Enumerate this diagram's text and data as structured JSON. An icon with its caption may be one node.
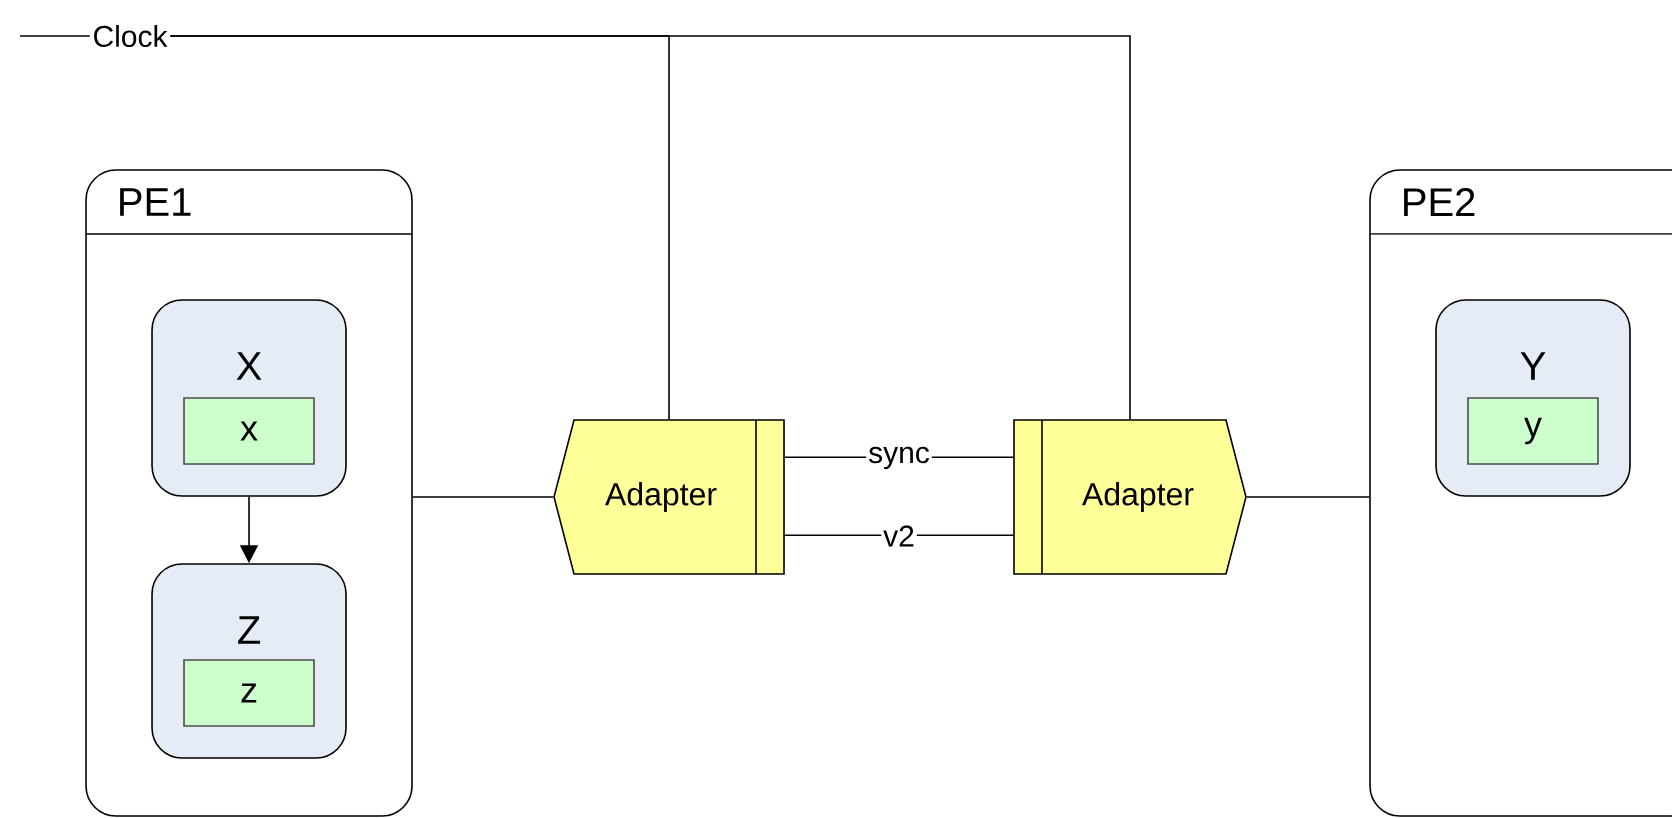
{
  "diagram": {
    "nodes": [
      {
        "text": [
          "PE1"
        ]
      },
      {
        "text": [
          "X"
        ],
        "in": 0
      },
      {
        "text": [
          "x"
        ],
        "in": 1
      },
      {
        "text": [
          "Z"
        ],
        "in": 0
      },
      {
        "text": [
          "z"
        ],
        "in": 3
      },
      {
        "text": [
          "PE2"
        ]
      },
      {
        "text": [
          "Y"
        ],
        "in": 5
      },
      {
        "text": [
          "y"
        ],
        "in": 6
      },
      {
        "text": [
          "Adapter"
        ]
      },
      {
        "text": [
          "Adapter"
        ]
      },
      {
        "text": [
          "Clock"
        ]
      }
    ],
    "edges": [
      {
        "from": 1,
        "to": 3,
        "arrow": "to"
      },
      {
        "from": 0,
        "to": 8,
        "arrow": "none"
      },
      {
        "from": 8,
        "to": 9,
        "arrow": "none",
        "label": "sync"
      },
      {
        "from": 8,
        "to": 9,
        "arrow": "none",
        "label": "v2"
      },
      {
        "from": 9,
        "to": 5,
        "arrow": "none"
      },
      {
        "from": null,
        "to": 10,
        "arrow": "none"
      },
      {
        "from": 10,
        "to": 8,
        "arrow": "none"
      },
      {
        "from": 10,
        "to": 9,
        "arrow": "none"
      }
    ]
  }
}
